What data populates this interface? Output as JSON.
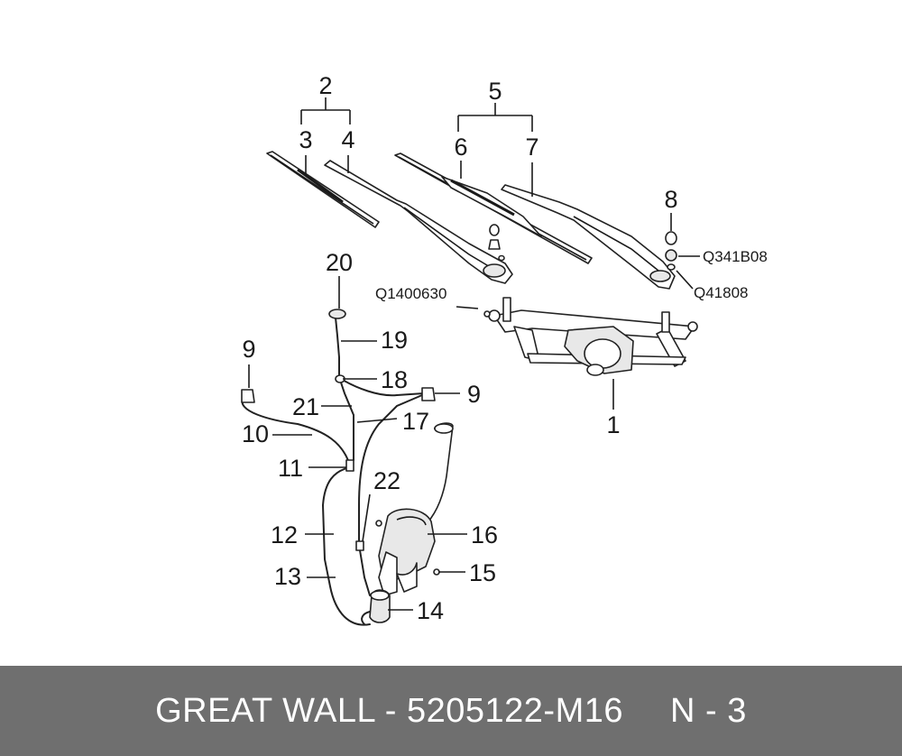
{
  "diagram": {
    "callouts": {
      "n1": "1",
      "n2": "2",
      "n3": "3",
      "n4": "4",
      "n5": "5",
      "n6": "6",
      "n7": "7",
      "n8": "8",
      "n9a": "9",
      "n9b": "9",
      "n10": "10",
      "n11": "11",
      "n12": "12",
      "n13": "13",
      "n14": "14",
      "n15": "15",
      "n16": "16",
      "n17": "17",
      "n18": "18",
      "n19": "19",
      "n20": "20",
      "n21": "21",
      "n22": "22"
    },
    "codes": {
      "q1": "Q1400630",
      "q2": "Q341B08",
      "q3": "Q41808"
    }
  },
  "footer": {
    "brand_part": "GREAT WALL - 5205122-M16",
    "page": "N - 3"
  }
}
